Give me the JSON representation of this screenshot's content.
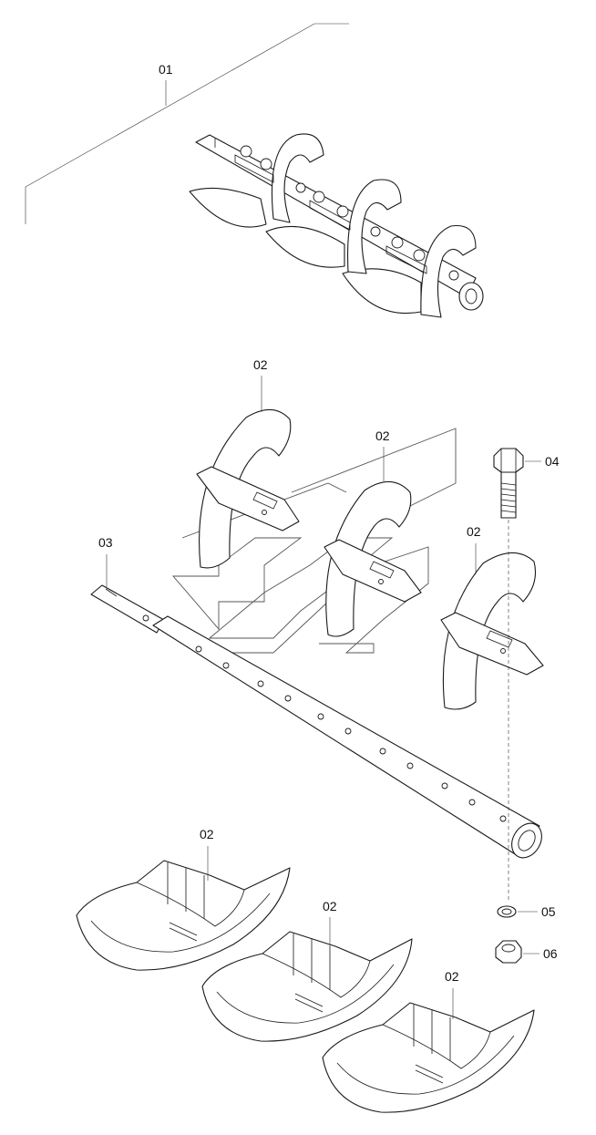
{
  "diagram": {
    "type": "exploded-parts-diagram",
    "callouts": {
      "c01": "01",
      "c02a": "02",
      "c02b": "02",
      "c02c": "02",
      "c02d": "02",
      "c02e": "02",
      "c02f": "02",
      "c03": "03",
      "c04": "04",
      "c05": "05",
      "c06": "06"
    }
  }
}
